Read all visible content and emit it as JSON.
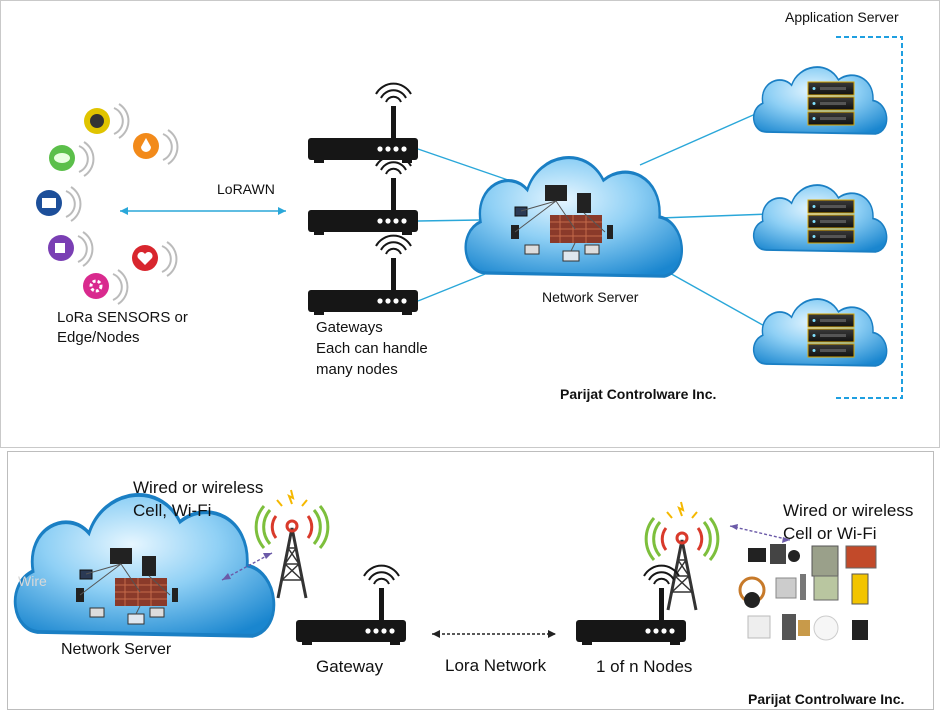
{
  "top_panel": {
    "application_server": "Application Server",
    "lorawan": "LoRAWN",
    "sensors_line1": "LoRa SENSORS or",
    "sensors_line2": "Edge/Nodes",
    "gateways_line1": "Gateways",
    "gateways_line2": "Each can handle",
    "gateways_line3": "many nodes",
    "network_server": "Network Server",
    "company": "Parijat Controlware Inc."
  },
  "bottom_panel": {
    "left_wireless_line1": "Wired or wireless",
    "left_wireless_line2": "Cell, Wi-Fi",
    "right_wireless_line1": "Wired or wireless",
    "right_wireless_line2": "Cell or Wi-Fi",
    "network_server": "Network Server",
    "gateway": "Gateway",
    "lora_network": "Lora Network",
    "nodes": "1 of n Nodes",
    "company": "Parijat Controlware Inc.",
    "faded_text": "Wire"
  },
  "colors": {
    "cloud_light": "#bfe6fb",
    "cloud_dark": "#1a8fd6",
    "link_line": "#2aa7d9",
    "router": "#161616",
    "dashed": "#1f9fe0",
    "antenna_red": "#d93a2b",
    "antenna_green": "#7dbf3c",
    "flash": "#f5b800"
  },
  "sensor_icons": [
    {
      "name": "lightbulb-icon",
      "color": "#e0c400"
    },
    {
      "name": "drop-icon",
      "color": "#f28a1a"
    },
    {
      "name": "leaf-icon",
      "color": "#5bbf4a"
    },
    {
      "name": "meter-icon",
      "color": "#1d4f9a"
    },
    {
      "name": "plug-icon",
      "color": "#7a3fb4"
    },
    {
      "name": "heart-icon",
      "color": "#d8262e"
    },
    {
      "name": "gear-icon",
      "color": "#d92a8e"
    }
  ]
}
